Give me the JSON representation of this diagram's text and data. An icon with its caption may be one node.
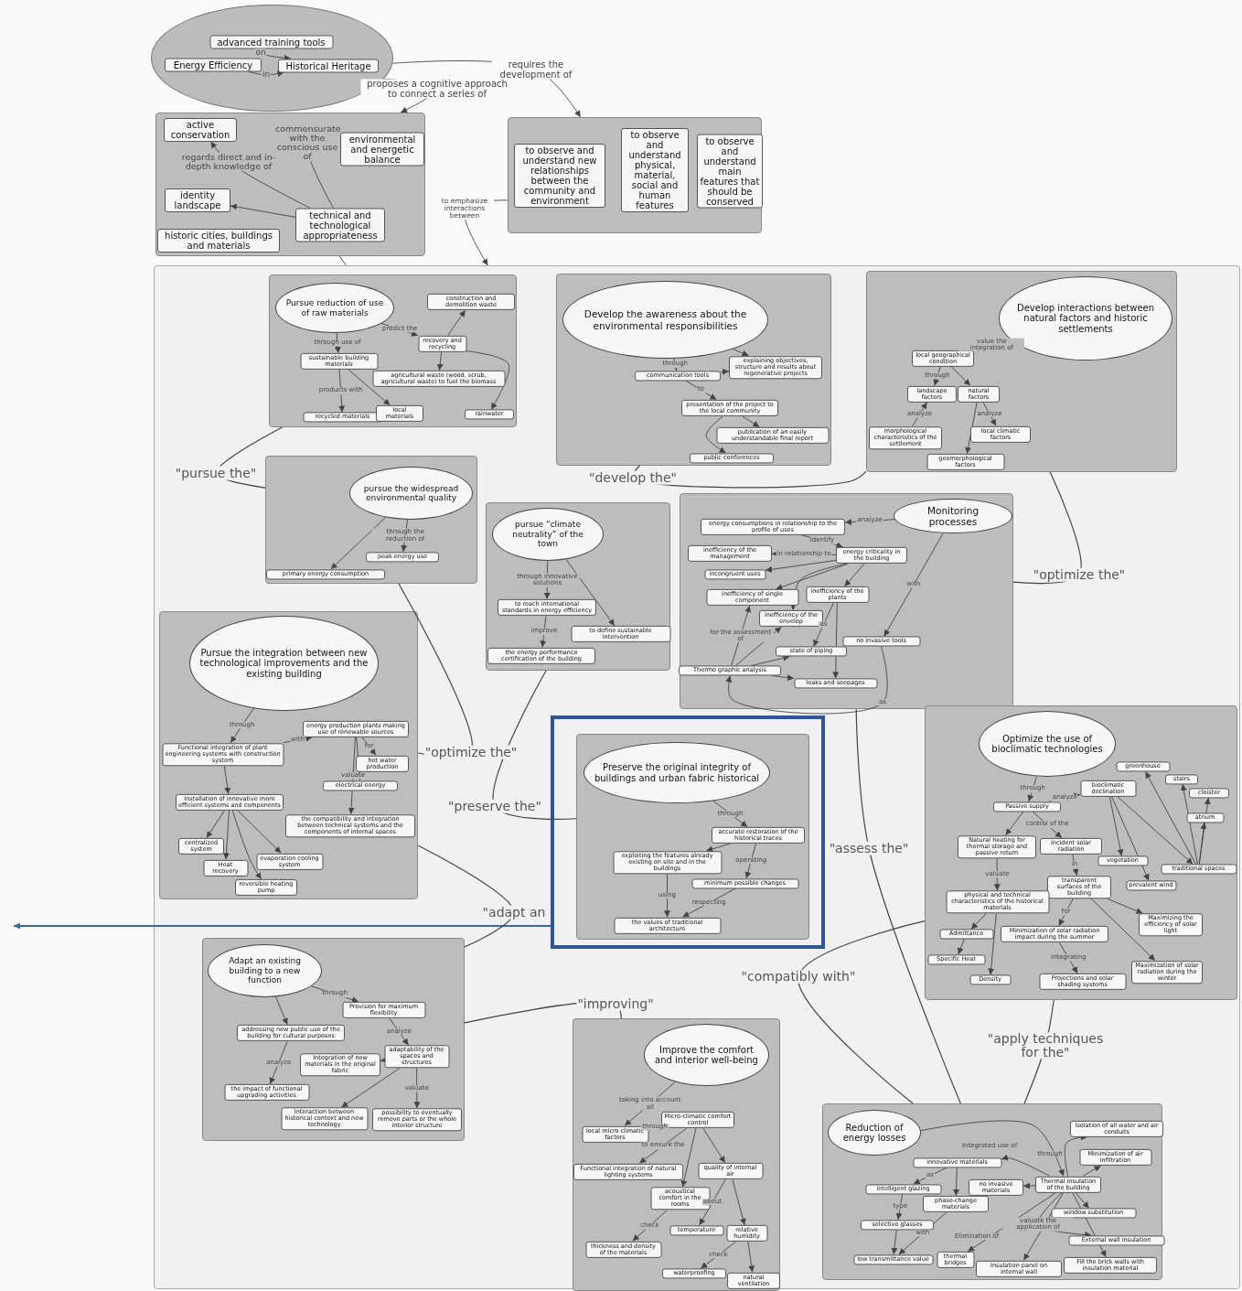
{
  "diagram": {
    "nodes": [
      {
        "text": [],
        "shape": "ellipse"
      },
      {
        "text": [
          "advanced training tools"
        ],
        "in": 0
      },
      {
        "text": [
          "Energy Efficiency"
        ],
        "in": 0
      },
      {
        "text": [
          "Historical Heritage"
        ],
        "in": 0
      },
      {
        "text": [],
        "shape": "box"
      },
      {
        "text": [
          "active conservation"
        ],
        "in": 4
      },
      {
        "text": [
          "environmental and energetic balance"
        ],
        "in": 4
      },
      {
        "text": [
          "identity landscape"
        ],
        "in": 4
      },
      {
        "text": [
          "technical and technological appropriateness"
        ],
        "in": 4
      },
      {
        "text": [
          "historic cities, buildings and materials"
        ],
        "in": 4
      },
      {
        "text": [],
        "shape": "box"
      },
      {
        "text": [
          "to observe and understand new relationships between the community and environment"
        ],
        "in": 10
      },
      {
        "text": [
          "to observe and understand physical, material, social and human features"
        ],
        "in": 10
      },
      {
        "text": [
          "to observe and understand main features that should be conserved"
        ],
        "in": 10
      },
      {
        "text": [],
        "shape": "box"
      },
      {
        "text": [],
        "shape": "box",
        "in": 14
      },
      {
        "text": [
          "Pursue reduction of use of raw materials"
        ],
        "in": 15
      },
      {
        "text": [
          "construction and demolition waste"
        ],
        "in": 15
      },
      {
        "text": [
          "recovery and recycling"
        ],
        "in": 15
      },
      {
        "text": [
          "sustainable building materials"
        ],
        "in": 15
      },
      {
        "text": [
          "agricultural waste (wood, scrub, agricultural waste) to fuel the biomass"
        ],
        "in": 15
      },
      {
        "text": [
          "recycled materials"
        ],
        "in": 15
      },
      {
        "text": [
          "local materials"
        ],
        "in": 15
      },
      {
        "text": [
          "rainwater"
        ],
        "in": 15
      },
      {
        "text": [],
        "shape": "box",
        "in": 14
      },
      {
        "text": [
          "Develop the awareness about the environmental responsibilities"
        ],
        "in": 24
      },
      {
        "text": [
          "communication tools"
        ],
        "in": 24
      },
      {
        "text": [
          "explaining objectives, structure and results about regenerative projects"
        ],
        "in": 24
      },
      {
        "text": [
          "presentation of the project to the local community"
        ],
        "in": 24
      },
      {
        "text": [
          "publication of an easily understandable final report"
        ],
        "in": 24
      },
      {
        "text": [
          "public conferences"
        ],
        "in": 24
      },
      {
        "text": [],
        "shape": "box",
        "in": 14
      },
      {
        "text": [
          "Develop interactions between natural factors and historic settlements"
        ],
        "in": 31
      },
      {
        "text": [
          "local geographical condition"
        ],
        "in": 31
      },
      {
        "text": [
          "landscape factors"
        ],
        "in": 31
      },
      {
        "text": [
          "natural factors"
        ],
        "in": 31
      },
      {
        "text": [
          "morphological characteristics of the settlement"
        ],
        "in": 31
      },
      {
        "text": [
          "local climatic factors"
        ],
        "in": 31
      },
      {
        "text": [
          "geomorphological factors"
        ],
        "in": 31
      },
      {
        "text": [],
        "shape": "box",
        "in": 14
      },
      {
        "text": [
          "pursue the widespread environmental quality"
        ],
        "in": 39
      },
      {
        "text": [
          "peak energy use"
        ],
        "in": 39
      },
      {
        "text": [
          "primary energy consumption"
        ],
        "in": 39
      },
      {
        "text": [],
        "shape": "box",
        "in": 14
      },
      {
        "text": [
          "pursue “climate neutrality” of the town"
        ],
        "in": 43
      },
      {
        "text": [
          "to reach international standards in energy efficiency"
        ],
        "in": 43
      },
      {
        "text": [
          "to define sustainable intervention"
        ],
        "in": 43
      },
      {
        "text": [
          "the energy performance certification of the building"
        ],
        "in": 43
      },
      {
        "text": [],
        "shape": "box",
        "in": 14
      },
      {
        "text": [
          "Monitoring processes"
        ],
        "in": 48
      },
      {
        "text": [
          "energy consumptions in relationship to the profile of uses"
        ],
        "in": 48
      },
      {
        "text": [
          "inefficiency of the management"
        ],
        "in": 48
      },
      {
        "text": [
          "energy criticality in the building"
        ],
        "in": 48
      },
      {
        "text": [
          "incongruent uses"
        ],
        "in": 48
      },
      {
        "text": [
          "inefficiency of single component"
        ],
        "in": 48
      },
      {
        "text": [
          "inefficiency of the plants"
        ],
        "in": 48
      },
      {
        "text": [
          "inefficiency of the envelop"
        ],
        "in": 48
      },
      {
        "text": [
          "state of piping"
        ],
        "in": 48
      },
      {
        "text": [
          "no invasive tools"
        ],
        "in": 48
      },
      {
        "text": [
          "Thermo graphic analysis"
        ],
        "in": 48
      },
      {
        "text": [
          "leaks and seepages"
        ],
        "in": 48
      },
      {
        "text": [],
        "shape": "box",
        "in": 14
      },
      {
        "text": [
          "Pursue the integration between new technological improvements and the existing building"
        ],
        "in": 61
      },
      {
        "text": [
          "energy production plants making use of renewable sources"
        ],
        "in": 61
      },
      {
        "text": [
          "Functional integration of plant engineering systems with construction system"
        ],
        "in": 61
      },
      {
        "text": [
          "hot water production"
        ],
        "in": 61
      },
      {
        "text": [
          "electrical energy"
        ],
        "in": 61
      },
      {
        "text": [
          "Installation of innovative more efficient systems and components"
        ],
        "in": 61
      },
      {
        "text": [
          "the compatibility and integration between technical systems and the components of internal spaces"
        ],
        "in": 61
      },
      {
        "text": [
          "centralized system"
        ],
        "in": 61
      },
      {
        "text": [
          "evaporation cooling system"
        ],
        "in": 61
      },
      {
        "text": [
          "Heat recovery"
        ],
        "in": 61
      },
      {
        "text": [
          "reversible heating pump"
        ],
        "in": 61
      },
      {
        "text": [],
        "shape": "box",
        "in": 14
      },
      {
        "text": [],
        "shape": "box",
        "in": 73
      },
      {
        "text": [
          "Preserve the original integrity of buildings and urban fabric historical"
        ],
        "in": 74
      },
      {
        "text": [
          "accurate restoration of the historical traces"
        ],
        "in": 74
      },
      {
        "text": [
          "exploiting the features already existing on site and in the buildings"
        ],
        "in": 74
      },
      {
        "text": [
          "minimum possible changes"
        ],
        "in": 74
      },
      {
        "text": [
          "the values of traditional architecture"
        ],
        "in": 74
      },
      {
        "text": [],
        "shape": "box",
        "in": 14
      },
      {
        "text": [
          "Adapt an existing building to a new function"
        ],
        "in": 80
      },
      {
        "text": [
          "Provision for maximum flexibility"
        ],
        "in": 80
      },
      {
        "text": [
          "addressing new public use of the building for cultural purposes"
        ],
        "in": 80
      },
      {
        "text": [
          "adaptability of the spaces and structures"
        ],
        "in": 80
      },
      {
        "text": [
          "Integration of new materials in the original fabric"
        ],
        "in": 80
      },
      {
        "text": [
          "the impact of functional upgrading activities"
        ],
        "in": 80
      },
      {
        "text": [
          "Interaction between historical context and new technology"
        ],
        "in": 80
      },
      {
        "text": [
          "possibility to eventually remove parts or the whole interior structure"
        ],
        "in": 80
      },
      {
        "text": [],
        "shape": "box",
        "in": 14
      },
      {
        "text": [
          "Optimize the use of bioclimatic technologies"
        ],
        "in": 89
      },
      {
        "text": [
          "greenhouse"
        ],
        "in": 89
      },
      {
        "text": [
          "stairs"
        ],
        "in": 89
      },
      {
        "text": [
          "bioclimatic declination"
        ],
        "in": 89
      },
      {
        "text": [
          "cloister"
        ],
        "in": 89
      },
      {
        "text": [
          "Passive supply"
        ],
        "in": 89
      },
      {
        "text": [
          "atrium"
        ],
        "in": 89
      },
      {
        "text": [
          "Natural heating for thermal storage and passive return"
        ],
        "in": 89
      },
      {
        "text": [
          "incident solar radiation"
        ],
        "in": 89
      },
      {
        "text": [
          "vegetation"
        ],
        "in": 89
      },
      {
        "text": [
          "traditional spaces"
        ],
        "in": 89
      },
      {
        "text": [
          "prevalent wind"
        ],
        "in": 89
      },
      {
        "text": [
          "transparent surfaces of the building"
        ],
        "in": 89
      },
      {
        "text": [
          "physical and technical characteristics of the historical materials"
        ],
        "in": 89
      },
      {
        "text": [
          "Maximizing the efficiency of solar light"
        ],
        "in": 89
      },
      {
        "text": [
          "Minimization of solar radiation impact during the summer"
        ],
        "in": 89
      },
      {
        "text": [
          "Admittance"
        ],
        "in": 89
      },
      {
        "text": [
          "Maximization of solar radiation during the winter"
        ],
        "in": 89
      },
      {
        "text": [
          "Specific Heat"
        ],
        "in": 89
      },
      {
        "text": [
          "Density"
        ],
        "in": 89
      },
      {
        "text": [
          "Projections and solar shading systems"
        ],
        "in": 89
      },
      {
        "text": [],
        "shape": "box",
        "in": 14
      },
      {
        "text": [
          "Improve the comfort and interior well-being"
        ],
        "in": 111
      },
      {
        "text": [
          "local micro climatic factors"
        ],
        "in": 111
      },
      {
        "text": [
          "Micro-climatic comfort control"
        ],
        "in": 111
      },
      {
        "text": [
          "Functional integration of natural lighting systems"
        ],
        "in": 111
      },
      {
        "text": [
          "quality of internal air"
        ],
        "in": 111
      },
      {
        "text": [
          "acoustical comfort in the rooms"
        ],
        "in": 111
      },
      {
        "text": [
          "temperature"
        ],
        "in": 111
      },
      {
        "text": [
          "relative humidity"
        ],
        "in": 111
      },
      {
        "text": [
          "thickness and density of the materials"
        ],
        "in": 111
      },
      {
        "text": [
          "waterproofing"
        ],
        "in": 111
      },
      {
        "text": [
          "natural ventilation"
        ],
        "in": 111
      },
      {
        "text": [],
        "shape": "box",
        "in": 14
      },
      {
        "text": [
          "Reduction of energy losses"
        ],
        "in": 123
      },
      {
        "text": [
          "Isolation of all water and air conduits"
        ],
        "in": 123
      },
      {
        "text": [
          "Minimization of air infiltration"
        ],
        "in": 123
      },
      {
        "text": [
          "innovative materials"
        ],
        "in": 123
      },
      {
        "text": [
          "Thermal insulation of the building"
        ],
        "in": 123
      },
      {
        "text": [
          "intelligent glazing"
        ],
        "in": 123
      },
      {
        "text": [
          "no invasive materials"
        ],
        "in": 123
      },
      {
        "text": [
          "phase-change materials"
        ],
        "in": 123
      },
      {
        "text": [
          "window substitution"
        ],
        "in": 123
      },
      {
        "text": [
          "selective glasses"
        ],
        "in": 123
      },
      {
        "text": [
          "External wall insulation"
        ],
        "in": 123
      },
      {
        "text": [
          "low transmittance value"
        ],
        "in": 123
      },
      {
        "text": [
          "thermal bridges"
        ],
        "in": 123
      },
      {
        "text": [
          "Insulation panel on internal wall"
        ],
        "in": 123
      },
      {
        "text": [
          "Fill the brick walls with insulation material"
        ],
        "in": 123
      }
    ],
    "edges": [
      {
        "from": 1,
        "to": 3,
        "arrow": "to",
        "label": "on"
      },
      {
        "from": 2,
        "to": 3,
        "arrow": "to",
        "label": "in"
      },
      {
        "from": 0,
        "to": 10,
        "arrow": "to",
        "label": "requires the development of"
      },
      {
        "from": 0,
        "to": 4,
        "arrow": "to",
        "label": "proposes a cognitive approach to connect a series of"
      },
      {
        "from": 8,
        "to": 6,
        "arrow": "to",
        "label": "commensurate with the conscious use of"
      },
      {
        "from": 8,
        "to": 5,
        "arrow": "to",
        "label": "regards direct and in-depth knowledge of"
      },
      {
        "from": 8,
        "to": 7,
        "arrow": "to"
      },
      {
        "from": 10,
        "to": 14,
        "arrow": "to",
        "label": "to emphasize interactions between"
      },
      {
        "from": 4,
        "to": 14,
        "arrow": "none"
      },
      {
        "from": 16,
        "to": 19,
        "arrow": "to",
        "label": "through use of"
      },
      {
        "from": 16,
        "to": 18,
        "arrow": "to",
        "label": "predict the"
      },
      {
        "from": 18,
        "to": 17,
        "arrow": "to"
      },
      {
        "from": 18,
        "to": 20,
        "arrow": "to"
      },
      {
        "from": 18,
        "to": 23,
        "arrow": "to"
      },
      {
        "from": 19,
        "to": 21,
        "arrow": "to",
        "label": "products with"
      },
      {
        "from": 19,
        "to": 22,
        "arrow": "to"
      },
      {
        "from": 25,
        "to": 26,
        "arrow": "to",
        "label": "through"
      },
      {
        "from": 25,
        "to": 27,
        "arrow": "to"
      },
      {
        "from": 26,
        "to": 28,
        "arrow": "to",
        "label": "to"
      },
      {
        "from": 26,
        "to": 27,
        "arrow": "to"
      },
      {
        "from": 28,
        "to": 29,
        "arrow": "to"
      },
      {
        "from": 28,
        "to": 30,
        "arrow": "to"
      },
      {
        "from": 32,
        "to": 33,
        "arrow": "to",
        "label": "value the integration of"
      },
      {
        "from": 33,
        "to": 34,
        "arrow": "to",
        "label": "through"
      },
      {
        "from": 33,
        "to": 35,
        "arrow": "to"
      },
      {
        "from": 36,
        "to": 34,
        "arrow": "to",
        "label": "analyze"
      },
      {
        "from": 35,
        "to": 37,
        "arrow": "to",
        "label": "analyze"
      },
      {
        "from": 35,
        "to": 38,
        "arrow": "to"
      },
      {
        "from": 40,
        "to": 41,
        "arrow": "to",
        "label": "through the reduction of"
      },
      {
        "from": 40,
        "to": 42,
        "arrow": "to"
      },
      {
        "from": 44,
        "to": 45,
        "arrow": "to",
        "label": "through innovative solutions"
      },
      {
        "from": 44,
        "to": 46,
        "arrow": "to"
      },
      {
        "from": 45,
        "to": 47,
        "arrow": "to",
        "label": "improve"
      },
      {
        "from": 49,
        "to": 50,
        "arrow": "to",
        "label": "analyze"
      },
      {
        "from": 50,
        "to": 52,
        "arrow": "to",
        "label": "identify"
      },
      {
        "from": 52,
        "to": 51,
        "arrow": "to",
        "label": "in relationship to"
      },
      {
        "from": 52,
        "to": 53,
        "arrow": "to"
      },
      {
        "from": 52,
        "to": 54,
        "arrow": "to"
      },
      {
        "from": 52,
        "to": 56,
        "arrow": "to"
      },
      {
        "from": 52,
        "to": 55,
        "arrow": "to"
      },
      {
        "from": 49,
        "to": 58,
        "arrow": "to",
        "label": "with"
      },
      {
        "from": 58,
        "to": 59,
        "arrow": "to",
        "label": "as"
      },
      {
        "from": 59,
        "to": 54,
        "arrow": "to",
        "label": "for the assessment of"
      },
      {
        "from": 59,
        "to": 56,
        "arrow": "to"
      },
      {
        "from": 59,
        "to": 57,
        "arrow": "to"
      },
      {
        "from": 59,
        "to": 60,
        "arrow": "to"
      },
      {
        "from": 55,
        "to": 57,
        "arrow": "to",
        "label": "as"
      },
      {
        "from": 55,
        "to": 60,
        "arrow": "to"
      },
      {
        "from": 62,
        "to": 64,
        "arrow": "to",
        "label": "through"
      },
      {
        "from": 64,
        "to": 63,
        "arrow": "to",
        "label": "with"
      },
      {
        "from": 63,
        "to": 65,
        "arrow": "to",
        "label": "for"
      },
      {
        "from": 63,
        "to": 66,
        "arrow": "to"
      },
      {
        "from": 63,
        "to": 68,
        "arrow": "to",
        "label": "valuate"
      },
      {
        "from": 67,
        "to": 69,
        "arrow": "to"
      },
      {
        "from": 67,
        "to": 70,
        "arrow": "to"
      },
      {
        "from": 67,
        "to": 71,
        "arrow": "to"
      },
      {
        "from": 67,
        "to": 72,
        "arrow": "to"
      },
      {
        "from": 64,
        "to": 67,
        "arrow": "to"
      },
      {
        "from": 75,
        "to": 76,
        "arrow": "to",
        "label": "through"
      },
      {
        "from": 76,
        "to": 77,
        "arrow": "to"
      },
      {
        "from": 76,
        "to": 78,
        "arrow": "to",
        "label": "operating"
      },
      {
        "from": 77,
        "to": 79,
        "arrow": "to",
        "label": "using"
      },
      {
        "from": 78,
        "to": 79,
        "arrow": "to",
        "label": "respecting"
      },
      {
        "from": 73,
        "to": null,
        "arrow": "to",
        "color": "#3a66a8"
      },
      {
        "from": 81,
        "to": 82,
        "arrow": "to",
        "label": "through"
      },
      {
        "from": 81,
        "to": 83,
        "arrow": "to"
      },
      {
        "from": 82,
        "to": 84,
        "arrow": "to",
        "label": "analyze"
      },
      {
        "from": 83,
        "to": 86,
        "arrow": "to",
        "label": "analyze"
      },
      {
        "from": 84,
        "to": 88,
        "arrow": "to",
        "label": "valuate"
      },
      {
        "from": 84,
        "to": 85,
        "arrow": "to"
      },
      {
        "from": 84,
        "to": 87,
        "arrow": "to"
      },
      {
        "from": 90,
        "to": 95,
        "arrow": "to",
        "label": "through"
      },
      {
        "from": 95,
        "to": 93,
        "arrow": "to",
        "label": "analyze"
      },
      {
        "from": 95,
        "to": 98,
        "arrow": "to",
        "label": "control of the"
      },
      {
        "from": 97,
        "to": 103,
        "arrow": "to",
        "label": "valuate"
      },
      {
        "from": 98,
        "to": 102,
        "arrow": "to",
        "label": "in"
      },
      {
        "from": 93,
        "to": 99,
        "arrow": "to"
      },
      {
        "from": 93,
        "to": 101,
        "arrow": "to"
      },
      {
        "from": 93,
        "to": 100,
        "arrow": "to"
      },
      {
        "from": 100,
        "to": 91,
        "arrow": "to"
      },
      {
        "from": 100,
        "to": 92,
        "arrow": "to"
      },
      {
        "from": 100,
        "to": 94,
        "arrow": "to"
      },
      {
        "from": 100,
        "to": 96,
        "arrow": "to"
      },
      {
        "from": 102,
        "to": 105,
        "arrow": "to",
        "label": "for"
      },
      {
        "from": 102,
        "to": 104,
        "arrow": "to"
      },
      {
        "from": 102,
        "to": 107,
        "arrow": "to"
      },
      {
        "from": 103,
        "to": 106,
        "arrow": "to"
      },
      {
        "from": 103,
        "to": 109,
        "arrow": "to"
      },
      {
        "from": 106,
        "to": 108,
        "arrow": "to"
      },
      {
        "from": 105,
        "to": 110,
        "arrow": "to",
        "label": "integrating"
      },
      {
        "from": 95,
        "to": 97,
        "arrow": "to"
      },
      {
        "from": 112,
        "to": 113,
        "arrow": "to",
        "label": "taking into account all"
      },
      {
        "from": 113,
        "to": 114,
        "arrow": "to",
        "label": "through"
      },
      {
        "from": 114,
        "to": 115,
        "arrow": "to",
        "label": "to ensure the"
      },
      {
        "from": 114,
        "to": 117,
        "arrow": "to"
      },
      {
        "from": 114,
        "to": 116,
        "arrow": "to"
      },
      {
        "from": 117,
        "to": 120,
        "arrow": "to",
        "label": "check"
      },
      {
        "from": 116,
        "to": 118,
        "arrow": "to",
        "label": "about"
      },
      {
        "from": 116,
        "to": 119,
        "arrow": "to"
      },
      {
        "from": 119,
        "to": 121,
        "arrow": "to",
        "label": "check"
      },
      {
        "from": 119,
        "to": 122,
        "arrow": "to"
      },
      {
        "from": 124,
        "to": 128,
        "arrow": "to"
      },
      {
        "from": 128,
        "to": 125,
        "arrow": "to",
        "label": "through"
      },
      {
        "from": 128,
        "to": 126,
        "arrow": "to"
      },
      {
        "from": 128,
        "to": 127,
        "arrow": "to",
        "label": "Integrated use of"
      },
      {
        "from": 128,
        "to": 130,
        "arrow": "to"
      },
      {
        "from": 127,
        "to": 129,
        "arrow": "to",
        "label": "as"
      },
      {
        "from": 127,
        "to": 131,
        "arrow": "to"
      },
      {
        "from": 129,
        "to": 133,
        "arrow": "to",
        "label": "type"
      },
      {
        "from": 131,
        "to": 135,
        "arrow": "to",
        "label": "with"
      },
      {
        "from": 133,
        "to": 135,
        "arrow": "to"
      },
      {
        "from": 128,
        "to": 136,
        "arrow": "to",
        "label": "Elimination of"
      },
      {
        "from": 128,
        "to": 132,
        "arrow": "to"
      },
      {
        "from": 128,
        "to": 134,
        "arrow": "to",
        "label": "valuate the application of"
      },
      {
        "from": 128,
        "to": 137,
        "arrow": "to"
      },
      {
        "from": 128,
        "to": 138,
        "arrow": "to"
      },
      {
        "from": 15,
        "to": 39,
        "arrow": "none",
        "label": "\"pursue the\""
      },
      {
        "from": 24,
        "to": 31,
        "arrow": "none",
        "label": "\"develop the\""
      },
      {
        "from": 31,
        "to": 48,
        "arrow": "none",
        "label": "\"optimize the\""
      },
      {
        "from": 61,
        "to": 39,
        "arrow": "none",
        "label": "\"optimize the\""
      },
      {
        "from": 43,
        "to": 74,
        "arrow": "none",
        "label": "\"preserve the\""
      },
      {
        "from": 61,
        "to": 80,
        "arrow": "none",
        "label": "\"adapt an"
      },
      {
        "from": 48,
        "to": 123,
        "arrow": "none",
        "label": "\"assess the\""
      },
      {
        "from": 80,
        "to": 111,
        "arrow": "none",
        "label": "\"improving\""
      },
      {
        "from": 89,
        "to": 123,
        "arrow": "none",
        "label": "\"compatibly with\""
      },
      {
        "from": 89,
        "to": 123,
        "arrow": "none",
        "label": "\"apply techniques for the\""
      }
    ]
  }
}
